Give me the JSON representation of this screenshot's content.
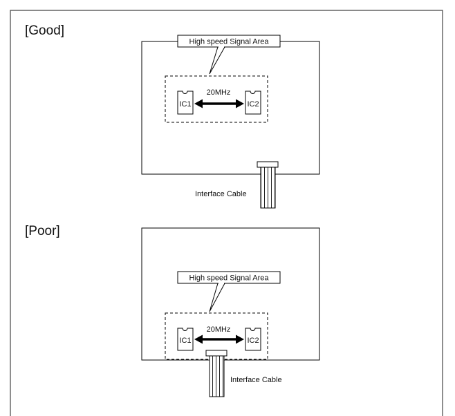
{
  "good": {
    "heading": "[Good]",
    "callout": "High speed Signal Area",
    "ic1": "IC1",
    "ic2": "IC2",
    "freq": "20MHz",
    "cable": "Interface Cable"
  },
  "poor": {
    "heading": "[Poor]",
    "callout": "High speed Signal Area",
    "ic1": "IC1",
    "ic2": "IC2",
    "freq": "20MHz",
    "cable": "Interface Cable"
  }
}
